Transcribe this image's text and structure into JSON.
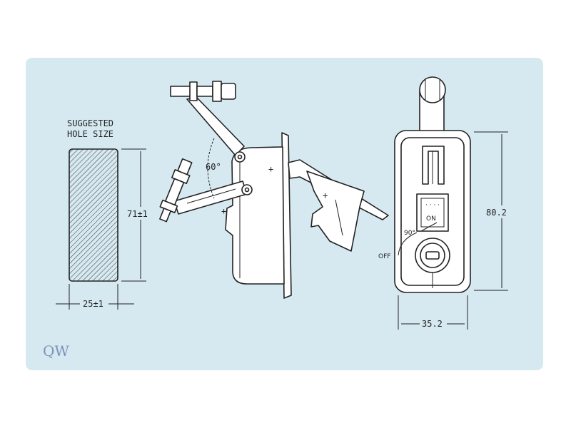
{
  "title_lines": [
    "SUGGESTED",
    "HOLE SIZE"
  ],
  "dimensions": {
    "hole_height": "71±1",
    "hole_width": "25±1",
    "body_height": "80.2",
    "body_width": "35.2"
  },
  "angles": {
    "swing": "60°",
    "rotation": "90°"
  },
  "positions": {
    "on": "ON",
    "off": "OFF"
  },
  "logo": {
    "text": "QW"
  },
  "colors": {
    "panel": "#d6e9f1",
    "ink": "#222222",
    "logo": "#7c93b8"
  }
}
